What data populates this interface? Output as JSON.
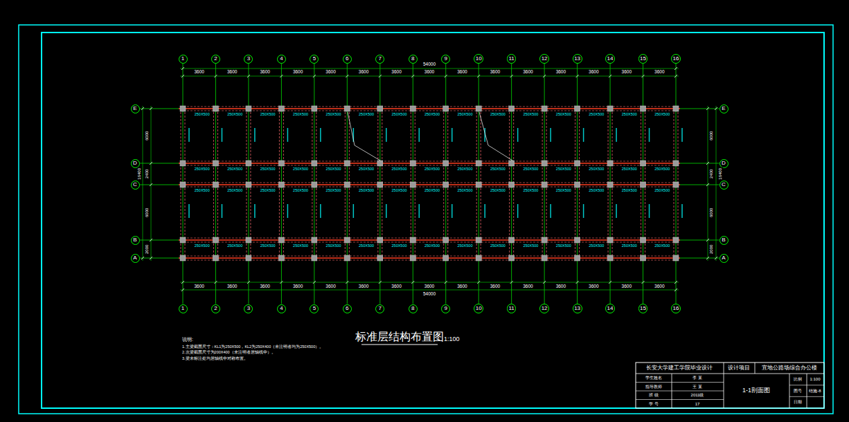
{
  "diagram": {
    "title": "标准层结构布置图",
    "nodes": [
      {
        "text": [
          "1"
        ]
      },
      {
        "text": [
          "2"
        ]
      },
      {
        "text": [
          "3"
        ]
      },
      {
        "text": [
          "4"
        ]
      },
      {
        "text": [
          "5"
        ]
      },
      {
        "text": [
          "6"
        ]
      },
      {
        "text": [
          "7"
        ]
      },
      {
        "text": [
          "8"
        ]
      },
      {
        "text": [
          "9"
        ]
      },
      {
        "text": [
          "10"
        ]
      },
      {
        "text": [
          "11"
        ]
      },
      {
        "text": [
          "12"
        ]
      },
      {
        "text": [
          "13"
        ]
      },
      {
        "text": [
          "14"
        ]
      },
      {
        "text": [
          "15"
        ]
      },
      {
        "text": [
          "16"
        ]
      },
      {
        "text": [
          "E"
        ]
      },
      {
        "text": [
          "E"
        ]
      },
      {
        "text": [
          "D"
        ]
      },
      {
        "text": [
          "D"
        ]
      },
      {
        "text": [
          "C"
        ]
      },
      {
        "text": [
          "C"
        ]
      },
      {
        "text": [
          "B"
        ]
      },
      {
        "text": [
          "B"
        ]
      },
      {
        "text": [
          "A"
        ]
      },
      {
        "text": [
          "A"
        ]
      },
      {
        "text": [
          "1"
        ]
      },
      {
        "text": [
          "2"
        ]
      },
      {
        "text": [
          "3"
        ]
      },
      {
        "text": [
          "4"
        ]
      },
      {
        "text": [
          "5"
        ]
      },
      {
        "text": [
          "6"
        ]
      },
      {
        "text": [
          "7"
        ]
      },
      {
        "text": [
          "8"
        ]
      },
      {
        "text": [
          "9"
        ]
      },
      {
        "text": [
          "10"
        ]
      },
      {
        "text": [
          "11"
        ]
      },
      {
        "text": [
          "12"
        ]
      },
      {
        "text": [
          "13"
        ]
      },
      {
        "text": [
          "14"
        ]
      },
      {
        "text": [
          "15"
        ]
      },
      {
        "text": [
          "16"
        ]
      }
    ],
    "edges": [
      {
        "from": 0,
        "to": 26,
        "arrow": "none"
      },
      {
        "from": 1,
        "to": 27,
        "arrow": "none"
      },
      {
        "from": 2,
        "to": 28,
        "arrow": "none"
      },
      {
        "from": 3,
        "to": 29,
        "arrow": "none"
      },
      {
        "from": 4,
        "to": 30,
        "arrow": "none"
      },
      {
        "from": 5,
        "to": 31,
        "arrow": "none"
      },
      {
        "from": 6,
        "to": 32,
        "arrow": "none"
      },
      {
        "from": 7,
        "to": 33,
        "arrow": "none"
      },
      {
        "from": 8,
        "to": 34,
        "arrow": "none"
      },
      {
        "from": 9,
        "to": 35,
        "arrow": "none"
      },
      {
        "from": 10,
        "to": 36,
        "arrow": "none"
      },
      {
        "from": 11,
        "to": 37,
        "arrow": "none"
      },
      {
        "from": 12,
        "to": 38,
        "arrow": "none"
      },
      {
        "from": 13,
        "to": 39,
        "arrow": "none"
      },
      {
        "from": 14,
        "to": 40,
        "arrow": "none"
      },
      {
        "from": 15,
        "to": 41,
        "arrow": "none"
      },
      {
        "from": 16,
        "to": 17,
        "arrow": "none"
      },
      {
        "from": 18,
        "to": 19,
        "arrow": "none"
      },
      {
        "from": 20,
        "to": 21,
        "arrow": "none"
      },
      {
        "from": 22,
        "to": 23,
        "arrow": "none"
      },
      {
        "from": 24,
        "to": 25,
        "arrow": "none"
      }
    ],
    "labels": [
      "3600",
      "3600",
      "3600",
      "3600",
      "3600",
      "3600",
      "3600",
      "3600",
      "3600",
      "3600",
      "3600",
      "3600",
      "3600",
      "3600",
      "3600",
      "54000",
      "3600",
      "3600",
      "3600",
      "3600",
      "3600",
      "3600",
      "3600",
      "3600",
      "3600",
      "3600",
      "3600",
      "3600",
      "3600",
      "3600",
      "3600",
      "54000",
      "6000",
      "2400",
      "6000",
      "2000",
      "16400",
      "6000",
      "2400",
      "6000",
      "2000",
      "16400",
      "1:100",
      "说明:",
      "1.主梁截面尺寸：KL1为250X500，KL2为250X400（未注明者均为250X500）。",
      "2.次梁截面尺寸为200X400（未注明者居轴线中）。",
      "3.梁未标注处均居轴线中对称布置。",
      "长安大学建工学院毕业设计",
      "设计项目",
      "宜地公路场综合办公楼",
      "学生姓名",
      "李 某",
      "指导教师",
      "王 某",
      "班 级",
      "2011级",
      "学 号",
      "17",
      "1-1剖面图",
      "比例",
      "1:100",
      "图号",
      "结施-8",
      "日期",
      "250X500",
      "250X500",
      "250X500",
      "250X500",
      "250X500",
      "250X500",
      "250X500",
      "250X500",
      "250X500",
      "250X500",
      "250X500",
      "250X500",
      "250X500",
      "250X500",
      "250X500",
      "250X500",
      "250X500",
      "250X500",
      "250X500",
      "250X500",
      "250X500",
      "250X500",
      "250X500",
      "250X500",
      "250X500",
      "250X500",
      "250X500",
      "250X500",
      "250X500",
      "250X500",
      "250X500",
      "250X500",
      "250X500",
      "250X500",
      "250X500",
      "250X500",
      "250X500",
      "250X500",
      "250X500",
      "250X500",
      "250X500",
      "250X500",
      "250X500",
      "250X500",
      "250X500",
      "250X500",
      "250X500",
      "250X500",
      "250X500",
      "250X500",
      "250X500",
      "250X500",
      "250X500",
      "250X500",
      "250X500",
      "250X500",
      "250X500",
      "250X500",
      "250X500",
      "250X500"
    ]
  }
}
